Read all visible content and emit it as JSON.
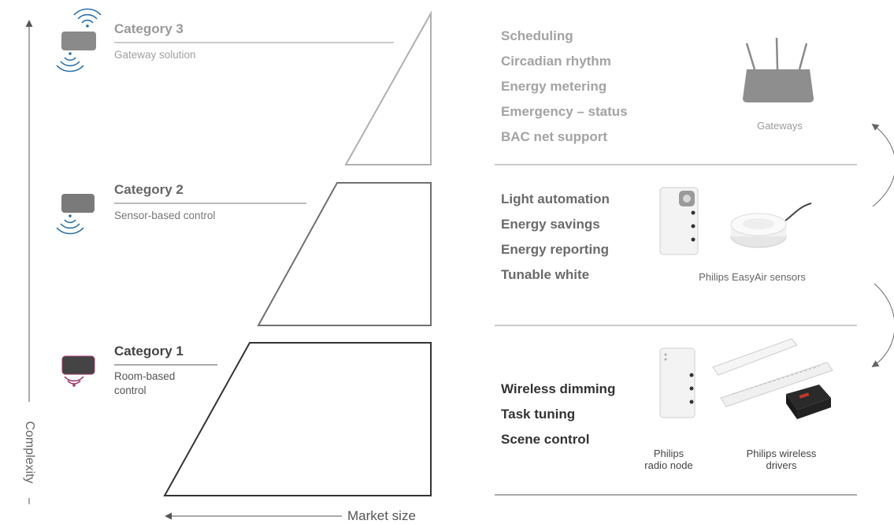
{
  "axes": {
    "vertical_label": "Complexity",
    "horizontal_label": "Market size"
  },
  "categories": [
    {
      "title": "Category 3",
      "subtitle": "Gateway solution",
      "icon": "gateway-wireless-icon"
    },
    {
      "title": "Category 2",
      "subtitle": "Sensor-based control",
      "icon": "sensor-wireless-icon"
    },
    {
      "title": "Category 1",
      "subtitle_lines": [
        "Room-based",
        "control"
      ],
      "icon": "room-wireless-icon"
    }
  ],
  "features": {
    "category3": [
      "Scheduling",
      "Circadian rhythm",
      "Energy metering",
      "Emergency – status",
      "BAC net support"
    ],
    "category2": [
      "Light automation",
      "Energy savings",
      "Energy reporting",
      "Tunable white"
    ],
    "category1": [
      "Wireless dimming",
      "Task tuning",
      "Scene control"
    ]
  },
  "products": {
    "gateways": "Gateways",
    "sensors": "Philips EasyAir sensors",
    "radio_node_lines": [
      "Philips",
      "radio node"
    ],
    "drivers_lines": [
      "Philips wireless",
      "drivers"
    ]
  },
  "colors": {
    "wireless_blue": "#2a6fa8",
    "wireless_pink": "#a0396d",
    "cat3_text": "#a3a3a3",
    "cat2_text": "#6a6a6a",
    "cat1_text": "#333333"
  }
}
